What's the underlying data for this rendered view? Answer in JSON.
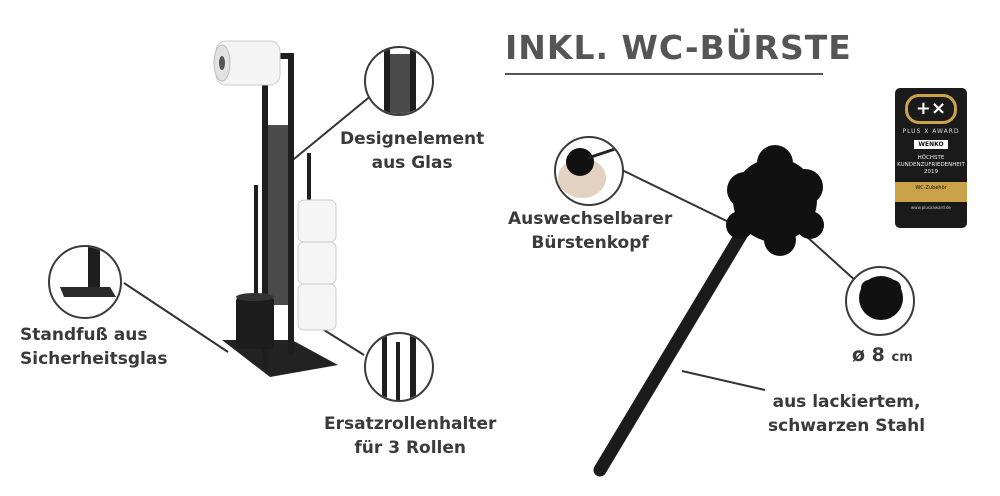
{
  "headline": "INKL. WC-BÜRSTE",
  "callouts": {
    "design": [
      "Designelement",
      "aus Glas"
    ],
    "standfuss": [
      "Standfuß aus",
      "Sicherheitsglas"
    ],
    "ersatz": [
      "Ersatzrollenhalter",
      "für 3 Rollen"
    ],
    "buerstenkopf": [
      "Auswechselbarer",
      "Bürstenkopf"
    ],
    "stahl": [
      "aus lackiertem,",
      "schwarzen Stahl"
    ]
  },
  "diameter": {
    "value": "ø 8",
    "unit": "cm"
  },
  "award": {
    "logo": "+×",
    "title": "PLUS X AWARD",
    "brand": "WENKO",
    "text_line1": "HÖCHSTE",
    "text_line2": "KUNDENZUFRIEDENHEIT",
    "year": "2019",
    "category": "WC-Zubehör",
    "url": "www.plusxaward.de"
  },
  "colors": {
    "text": "#3a3a3a",
    "metal": "#1e1e1e",
    "glass": "#4a4a4a",
    "gold": "#c9a24a"
  },
  "icons": [
    "toilet-stand-image",
    "brush-image",
    "glass-detail-icon",
    "foot-detail-icon",
    "holder-detail-icon",
    "brush-head-detail-icon",
    "brush-tip-detail-icon"
  ]
}
